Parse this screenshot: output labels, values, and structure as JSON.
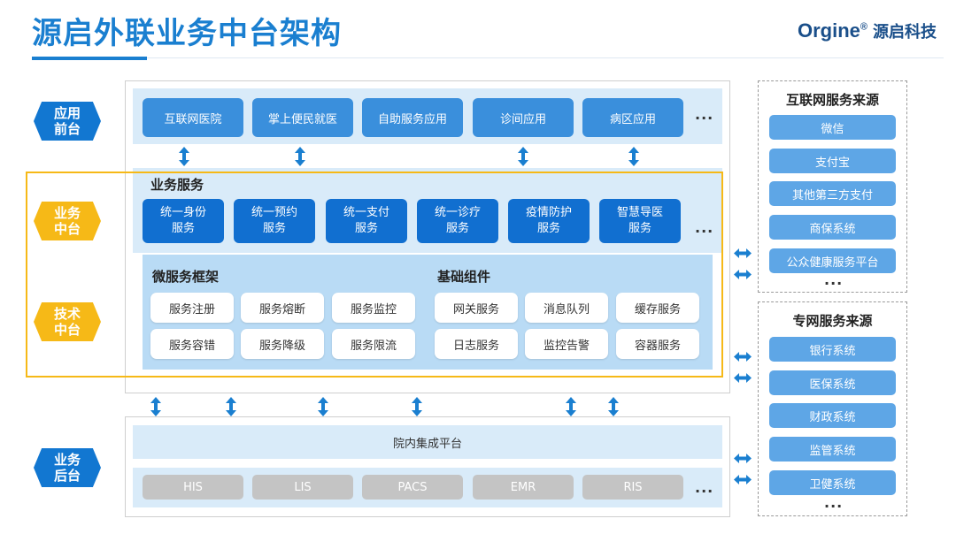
{
  "header": {
    "title": "源启外联业务中台架构",
    "brand_logo": "Orgine",
    "brand_reg": "®",
    "brand_name": "源启科技"
  },
  "side_labels": {
    "app_front": "应用\n前台",
    "business_middle": "业务\n中台",
    "tech_middle": "技术\n中台",
    "business_back": "业务\n后台"
  },
  "app_layer": {
    "items": [
      "互联网医院",
      "掌上便民就医",
      "自助服务应用",
      "诊间应用",
      "病区应用"
    ],
    "more": "···"
  },
  "business_services": {
    "title": "业务服务",
    "items": [
      "统一身份\n服务",
      "统一预约\n服务",
      "统一支付\n服务",
      "统一诊疗\n服务",
      "疫情防护\n服务",
      "智慧导医\n服务"
    ],
    "more": "···"
  },
  "microservice": {
    "title": "微服务框架",
    "items": [
      "服务注册",
      "服务熔断",
      "服务监控",
      "服务容错",
      "服务降级",
      "服务限流"
    ]
  },
  "base_components": {
    "title": "基础组件",
    "items": [
      "网关服务",
      "消息队列",
      "缓存服务",
      "日志服务",
      "监控告警",
      "容器服务"
    ]
  },
  "backend": {
    "platform": "院内集成平台",
    "systems": [
      "HIS",
      "LIS",
      "PACS",
      "EMR",
      "RIS"
    ],
    "more": "···"
  },
  "internet_sources": {
    "title": "互联网服务来源",
    "items": [
      "微信",
      "支付宝",
      "其他第三方支付",
      "商保系统",
      "公众健康服务平台"
    ],
    "more": "···"
  },
  "private_sources": {
    "title": "专网服务来源",
    "items": [
      "银行系统",
      "医保系统",
      "财政系统",
      "监管系统",
      "卫健系统"
    ],
    "more": "···"
  },
  "colors": {
    "primary_blue": "#1277d1",
    "accent_yellow": "#f6b917",
    "band_blue": "#d9ebf9",
    "system_gray": "#c4c4c4"
  }
}
